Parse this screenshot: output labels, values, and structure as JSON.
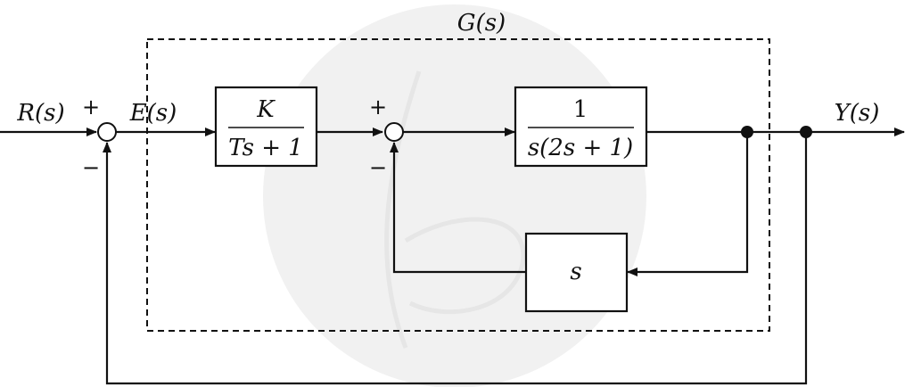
{
  "diagram": {
    "plant_group_label": "G(s)",
    "input_label": "R(s)",
    "error_label": "E(s)",
    "output_label": "Y(s)",
    "outer_sum": {
      "plus": "+",
      "minus": "−"
    },
    "inner_sum": {
      "plus": "+",
      "minus": "−"
    },
    "controller_block": {
      "numerator": "K",
      "denominator": "Ts + 1"
    },
    "forward_block": {
      "numerator": "1",
      "denominator": "s(2s + 1)"
    },
    "inner_feedback_block": {
      "label": "s"
    }
  }
}
